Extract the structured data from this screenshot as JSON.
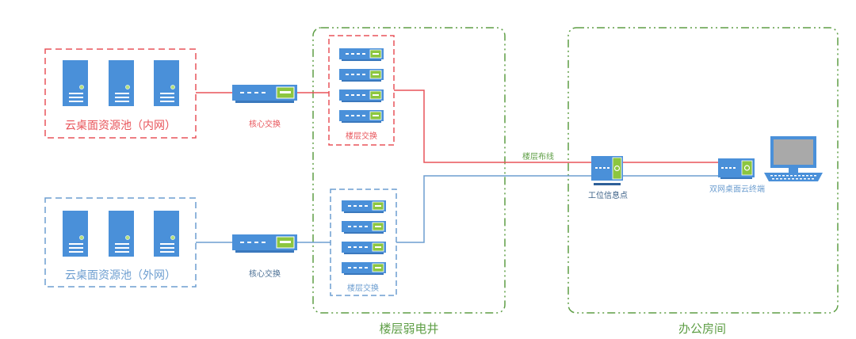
{
  "colors": {
    "internal": "#e8545a",
    "external": "#6d9ed0",
    "zone": "#5e9e45",
    "device_blue": "#4a90d9",
    "device_green": "#8cc63f"
  },
  "pools": {
    "internal": {
      "label": "云桌面资源池（内网）",
      "servers": 3
    },
    "external": {
      "label": "云桌面资源池（外网）",
      "servers": 3
    }
  },
  "core_switches": {
    "internal": {
      "label": "核心交换"
    },
    "external": {
      "label": "核心交换"
    }
  },
  "floor_switches": {
    "internal": {
      "label": "楼层交换",
      "count": 4
    },
    "external": {
      "label": "楼层交换",
      "count": 4
    }
  },
  "cabling": {
    "label": "楼层布线"
  },
  "info_point": {
    "label": "工位信息点"
  },
  "terminal": {
    "label": "双网桌面云终端"
  },
  "zones": {
    "shaft": {
      "label": "楼层弱电井"
    },
    "office": {
      "label": "办公房间"
    }
  }
}
